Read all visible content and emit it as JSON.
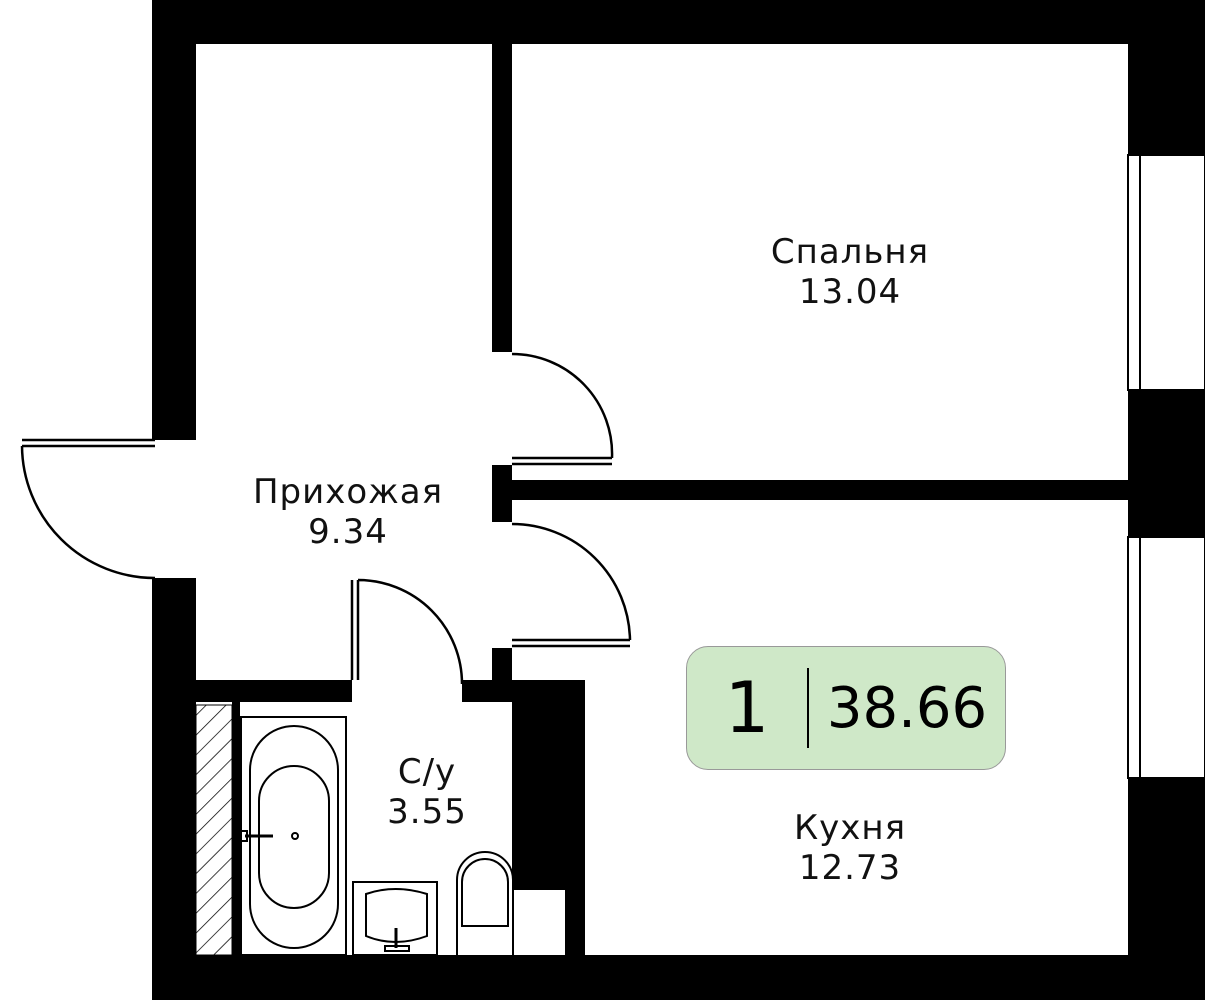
{
  "rooms": [
    {
      "name": "Спальня",
      "area": "13.04"
    },
    {
      "name": "Прихожая",
      "area": "9.34"
    },
    {
      "name": "С/у",
      "area": "3.55"
    },
    {
      "name": "Кухня",
      "area": "12.73"
    }
  ],
  "summary": {
    "room_count": "1",
    "total_area": "38.66"
  },
  "colors": {
    "wall": "#000000",
    "badge_bg": "#cfe8c8"
  }
}
